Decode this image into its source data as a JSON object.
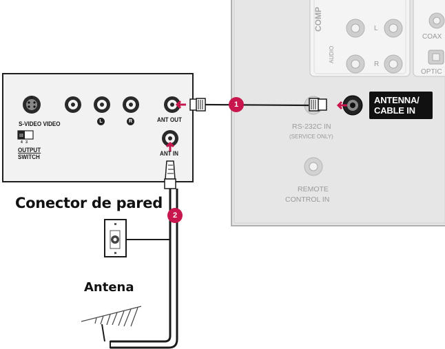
{
  "tv_panel": {
    "top_labels": {
      "comp": "COMP",
      "audio": "AUDIO",
      "l": "L",
      "r": "R",
      "coax": "COAX",
      "optic": "OPTIC"
    },
    "antenna_in": {
      "line1": "ANTENNA/",
      "line2": "CABLE IN"
    },
    "rs232": {
      "line1": "RS-232C IN",
      "line2": "(SERVICE ONLY)"
    },
    "remote": {
      "line1": "REMOTE",
      "line2": "CONTROL IN"
    }
  },
  "vcr_panel": {
    "svideo_video": "S-VIDEO VIDEO",
    "l_mark": "L",
    "r_mark": "R",
    "switch_nums": "4   3",
    "output_switch": {
      "line1": "OUTPUT",
      "line2": "SWITCH"
    },
    "ant_out": "ANT OUT",
    "ant_in": "ANT IN"
  },
  "labels": {
    "wall_connector": "Conector de pared",
    "antenna": "Antena"
  },
  "badges": {
    "step1": "1",
    "step2": "2"
  },
  "colors": {
    "accent": "#c8174d",
    "tv_panel": "#e5e5e5",
    "vcr_panel": "#f0f0f0",
    "cable": "#1a1a1a"
  }
}
